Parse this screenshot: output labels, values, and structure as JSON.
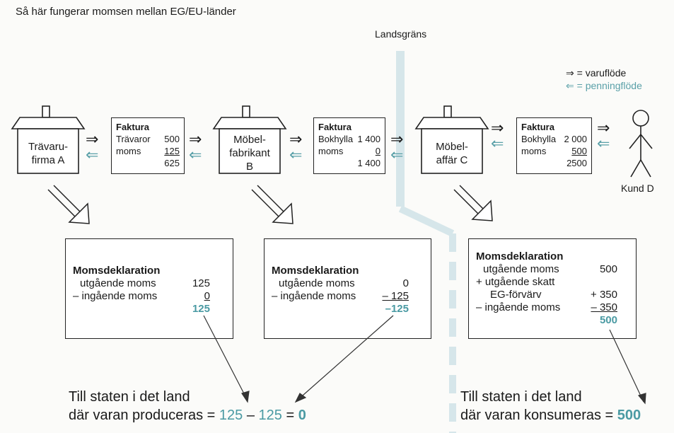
{
  "title": "Så här fungerar momsen mellan EG/EU-länder",
  "border_label": "Landsgräns",
  "legend": {
    "goods": "= varuflöde",
    "money": "= penningflöde"
  },
  "houses": [
    {
      "line1": "Trävaru-",
      "line2": "firma A"
    },
    {
      "line1": "Möbel-",
      "line2": "fabrikant",
      "line3": "B"
    },
    {
      "line1": "Möbel-",
      "line2": "affär C"
    }
  ],
  "invoices": [
    {
      "heading": "Faktura",
      "item": "Trävaror",
      "item_value": "500",
      "vat_label": "moms",
      "vat_value": "125",
      "total": "625"
    },
    {
      "heading": "Faktura",
      "item": "Bokhylla",
      "item_value": "1 400",
      "vat_label": "moms",
      "vat_value": "0",
      "total": "1 400"
    },
    {
      "heading": "Faktura",
      "item": "Bokhylla",
      "item_value": "2 000",
      "vat_label": "moms",
      "vat_value": "500",
      "total": "2500"
    }
  ],
  "customer": "Kund D",
  "declarations": [
    {
      "heading": "Momsdeklaration",
      "out_label": "utgående moms",
      "out_value": "125",
      "in_label": "–  ingående moms",
      "in_value": "0",
      "result": "125"
    },
    {
      "heading": "Momsdeklaration",
      "out_label": "utgående moms",
      "out_value": "0",
      "in_label": "–  ingående moms",
      "in_value": "– 125",
      "result": "–125"
    },
    {
      "heading": "Momsdeklaration",
      "out_label": "utgående moms",
      "out_value": "500",
      "tax_label1": "+  utgående skatt",
      "tax_label2": "EG-förvärv",
      "tax_value": "+ 350",
      "in_label": "–  ingående moms",
      "in_value": "– 350",
      "result": "500"
    }
  ],
  "bottom_left": {
    "line1": "Till staten i det land",
    "line2_prefix": "där varan produceras =",
    "eq_a": "125",
    "minus": "–",
    "eq_b": "125",
    "equals": "=",
    "result": "0"
  },
  "bottom_right": {
    "line1": "Till staten i det land",
    "line2_prefix": "där varan konsumeras =",
    "result": "500"
  },
  "colors": {
    "teal": "#5aa0a8",
    "border_guide": "#cfe1e6"
  }
}
